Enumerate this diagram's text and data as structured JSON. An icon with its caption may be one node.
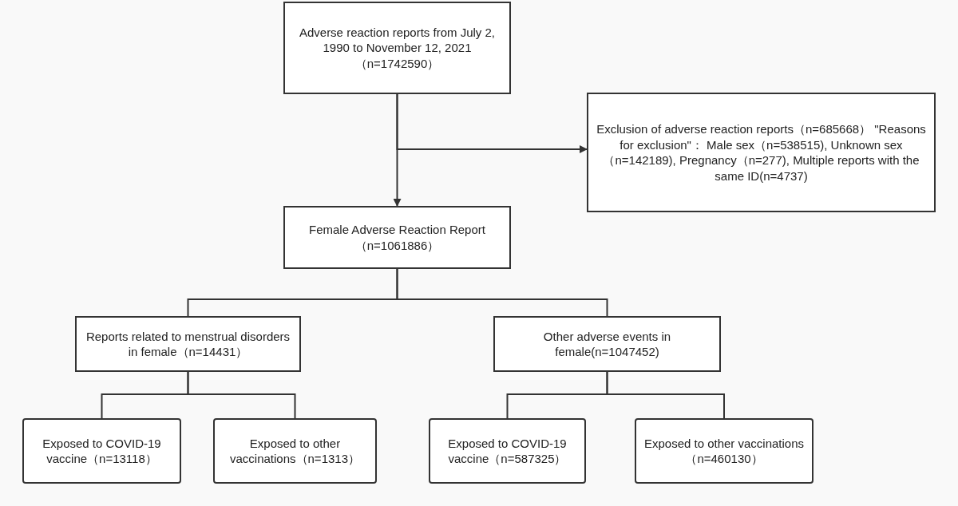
{
  "diagram": {
    "nodes": [
      {
        "text": [
          "Adverse reaction reports from July 2, 1990 to November 12, 2021 （n=1742590）"
        ]
      },
      {
        "text": [
          "Exclusion of adverse reaction reports（n=685668） \"Reasons for exclusion\"： Male sex（n=538515), Unknown sex（n=142189), Pregnancy（n=277), Multiple reports with the same ID(n=4737)"
        ]
      },
      {
        "text": [
          "Female Adverse Reaction Report（n=1061886）"
        ]
      },
      {
        "text": [
          "Reports related to menstrual disorders in female（n=14431）"
        ]
      },
      {
        "text": [
          "Other adverse events in female(n=1047452)"
        ]
      },
      {
        "text": [
          "Exposed to COVID-19 vaccine（n=13118）"
        ]
      },
      {
        "text": [
          "Exposed to other vaccinations（n=1313）"
        ]
      },
      {
        "text": [
          "Exposed to COVID-19 vaccine（n=587325）"
        ]
      },
      {
        "text": [
          "Exposed to other vaccinations（n=460130）"
        ]
      }
    ],
    "edges": [
      {
        "from": 0,
        "to": 2,
        "arrow": "to"
      },
      {
        "from": 0,
        "to": 1,
        "arrow": "to"
      },
      {
        "from": 2,
        "to": 3,
        "arrow": "none"
      },
      {
        "from": 2,
        "to": 4,
        "arrow": "none"
      },
      {
        "from": 3,
        "to": 5,
        "arrow": "none"
      },
      {
        "from": 3,
        "to": 6,
        "arrow": "none"
      },
      {
        "from": 4,
        "to": 7,
        "arrow": "none"
      },
      {
        "from": 4,
        "to": 8,
        "arrow": "none"
      }
    ]
  }
}
